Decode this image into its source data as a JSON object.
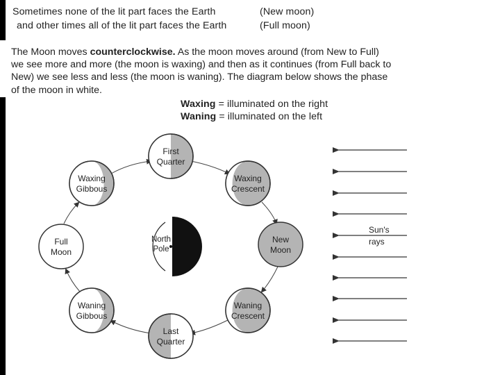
{
  "intro": {
    "line1": "Sometimes none of the lit part faces the Earth",
    "line1_note": "(New moon)",
    "line2": "and other times all of the lit part faces the Earth",
    "line2_note": "(Full moon)"
  },
  "paragraph": {
    "l1_prefix": "The Moon moves ",
    "l1_bold": "counterclockwise.",
    "l1_rest": "  As the moon moves around (from New to Full)",
    "l2": "we see more and more (the moon is waxing) and then as it continues (from Full back to",
    "l3": "New) we see less and less (the moon is waning). The diagram below shows the phase",
    "l4": "of the moon in white."
  },
  "legend": {
    "waxing_term": "Waxing",
    "waxing_def": " = illuminated on the right",
    "waning_term": "Waning",
    "waning_def": " = illuminated on the left"
  },
  "diagram": {
    "earth_label_1": "North",
    "earth_label_2": "Pole",
    "sun_label_1": "Sun's",
    "sun_label_2": "rays",
    "phases": {
      "first_quarter": [
        "First",
        "Quarter"
      ],
      "waxing_crescent": [
        "Waxing",
        "Crescent"
      ],
      "new_moon": [
        "New",
        "Moon"
      ],
      "waning_crescent": [
        "Waning",
        "Crescent"
      ],
      "last_quarter": [
        "Last",
        "Quarter"
      ],
      "waning_gibbous": [
        "Waning",
        "Gibbous"
      ],
      "full_moon": [
        "Full",
        "Moon"
      ],
      "waxing_gibbous": [
        "Waxing",
        "Gibbous"
      ]
    },
    "colors": {
      "lit": "#ffffff",
      "dark": "#b4b4b4",
      "earth_dark": "#111111",
      "stroke": "#333333"
    }
  }
}
